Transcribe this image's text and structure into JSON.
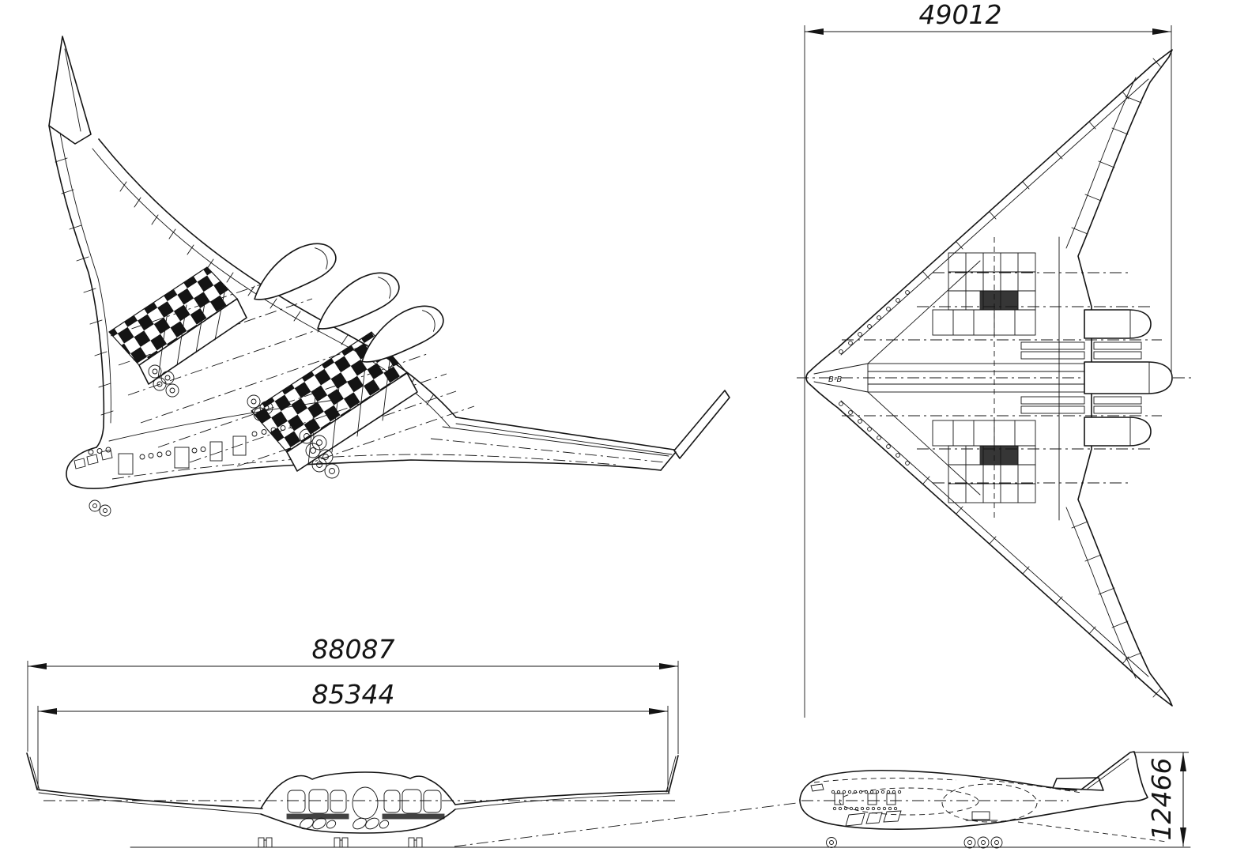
{
  "drawing": {
    "background": "#ffffff",
    "ink": "#141414",
    "dimensions": {
      "top_span": "49012",
      "front_span_outer": "88087",
      "front_span_inner": "85344",
      "side_height": "12466"
    },
    "section_label": "В-В"
  }
}
